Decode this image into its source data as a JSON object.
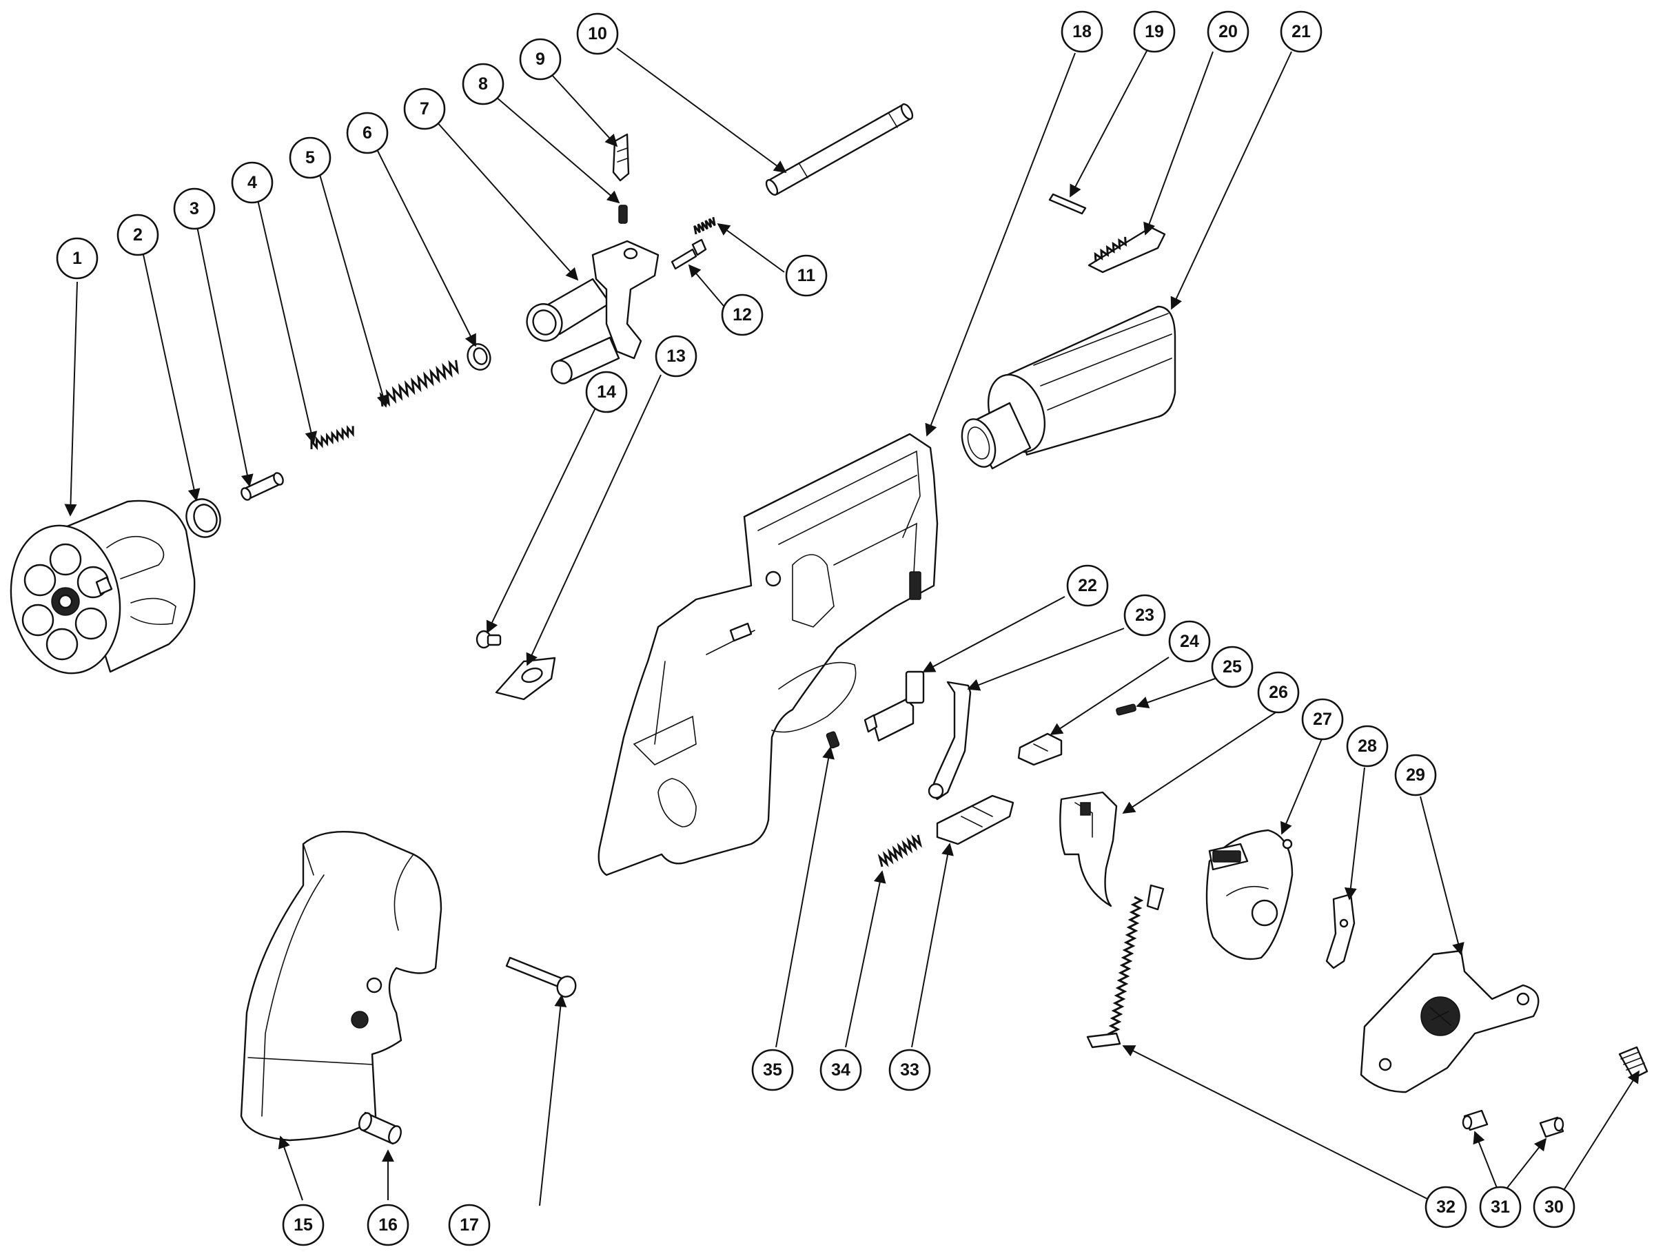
{
  "callouts": [
    {
      "id": "c1",
      "label": "1"
    },
    {
      "id": "c2",
      "label": "2"
    },
    {
      "id": "c3",
      "label": "3"
    },
    {
      "id": "c4",
      "label": "4"
    },
    {
      "id": "c5",
      "label": "5"
    },
    {
      "id": "c6",
      "label": "6"
    },
    {
      "id": "c7",
      "label": "7"
    },
    {
      "id": "c8",
      "label": "8"
    },
    {
      "id": "c9",
      "label": "9"
    },
    {
      "id": "c10",
      "label": "10"
    },
    {
      "id": "c11",
      "label": "11"
    },
    {
      "id": "c12",
      "label": "12"
    },
    {
      "id": "c13",
      "label": "13"
    },
    {
      "id": "c14",
      "label": "14"
    },
    {
      "id": "c15",
      "label": "15"
    },
    {
      "id": "c16",
      "label": "16"
    },
    {
      "id": "c17",
      "label": "17"
    },
    {
      "id": "c18",
      "label": "18"
    },
    {
      "id": "c19",
      "label": "19"
    },
    {
      "id": "c20",
      "label": "20"
    },
    {
      "id": "c21",
      "label": "21"
    },
    {
      "id": "c22",
      "label": "22"
    },
    {
      "id": "c23",
      "label": "23"
    },
    {
      "id": "c24",
      "label": "24"
    },
    {
      "id": "c25",
      "label": "25"
    },
    {
      "id": "c26",
      "label": "26"
    },
    {
      "id": "c27",
      "label": "27"
    },
    {
      "id": "c28",
      "label": "28"
    },
    {
      "id": "c29",
      "label": "29"
    },
    {
      "id": "c30",
      "label": "30"
    },
    {
      "id": "c31",
      "label": "31"
    },
    {
      "id": "c32",
      "label": "32"
    },
    {
      "id": "c33",
      "label": "33"
    },
    {
      "id": "c34",
      "label": "34"
    },
    {
      "id": "c35",
      "label": "35"
    }
  ],
  "frame_markings": "",
  "colors": {
    "ink": "#111111",
    "background": "#ffffff"
  }
}
